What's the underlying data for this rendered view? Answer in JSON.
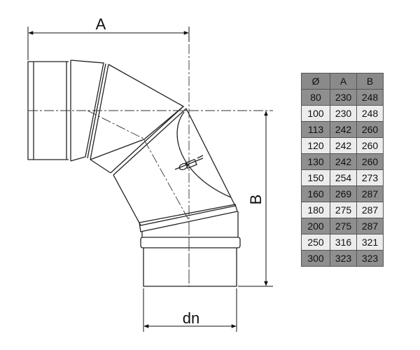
{
  "drawing": {
    "dimension_a": "A",
    "dimension_b": "B",
    "dimension_dn": "dn"
  },
  "table": {
    "headers": [
      "Ø",
      "A",
      "B"
    ],
    "rows": [
      [
        "80",
        "230",
        "248"
      ],
      [
        "100",
        "230",
        "248"
      ],
      [
        "113",
        "242",
        "260"
      ],
      [
        "120",
        "242",
        "260"
      ],
      [
        "130",
        "242",
        "260"
      ],
      [
        "150",
        "254",
        "273"
      ],
      [
        "160",
        "269",
        "287"
      ],
      [
        "180",
        "275",
        "287"
      ],
      [
        "200",
        "275",
        "287"
      ],
      [
        "250",
        "316",
        "321"
      ],
      [
        "300",
        "323",
        "323"
      ]
    ]
  }
}
